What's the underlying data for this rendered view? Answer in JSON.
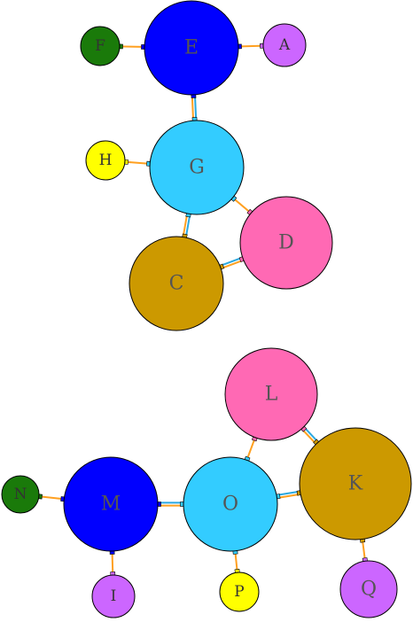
{
  "colors": {
    "blue": "#0000ff",
    "cyan": "#33ccff",
    "pink": "#ff69b4",
    "gold": "#cc9900",
    "green": "#1a7a0a",
    "violet": "#cc66ff",
    "yellow": "#ffff00",
    "edge": "#ffa020",
    "edge_side": "#2aa8e0"
  },
  "nodes": [
    {
      "id": "E",
      "label": "E",
      "color": "blue"
    },
    {
      "id": "F",
      "label": "F",
      "color": "green"
    },
    {
      "id": "A",
      "label": "A",
      "color": "violet"
    },
    {
      "id": "G",
      "label": "G",
      "color": "cyan"
    },
    {
      "id": "H",
      "label": "H",
      "color": "yellow"
    },
    {
      "id": "D",
      "label": "D",
      "color": "pink"
    },
    {
      "id": "C",
      "label": "C",
      "color": "gold"
    },
    {
      "id": "L",
      "label": "L",
      "color": "pink"
    },
    {
      "id": "K",
      "label": "K",
      "color": "gold"
    },
    {
      "id": "N",
      "label": "N",
      "color": "green"
    },
    {
      "id": "M",
      "label": "M",
      "color": "blue"
    },
    {
      "id": "O",
      "label": "O",
      "color": "cyan"
    },
    {
      "id": "I",
      "label": "I",
      "color": "violet"
    },
    {
      "id": "P",
      "label": "P",
      "color": "yellow"
    },
    {
      "id": "Q",
      "label": "Q",
      "color": "violet"
    }
  ],
  "edges": [
    {
      "from": "E",
      "to": "F",
      "double": false
    },
    {
      "from": "E",
      "to": "A",
      "double": false
    },
    {
      "from": "E",
      "to": "G",
      "double": true
    },
    {
      "from": "G",
      "to": "H",
      "double": false
    },
    {
      "from": "G",
      "to": "D",
      "double": false
    },
    {
      "from": "G",
      "to": "C",
      "double": true
    },
    {
      "from": "C",
      "to": "D",
      "double": true
    },
    {
      "from": "L",
      "to": "O",
      "double": false
    },
    {
      "from": "L",
      "to": "K",
      "double": true
    },
    {
      "from": "O",
      "to": "K",
      "double": true
    },
    {
      "from": "M",
      "to": "O",
      "double": true
    },
    {
      "from": "N",
      "to": "M",
      "double": false
    },
    {
      "from": "M",
      "to": "I",
      "double": false
    },
    {
      "from": "O",
      "to": "P",
      "double": false
    },
    {
      "from": "K",
      "to": "Q",
      "double": false
    }
  ]
}
